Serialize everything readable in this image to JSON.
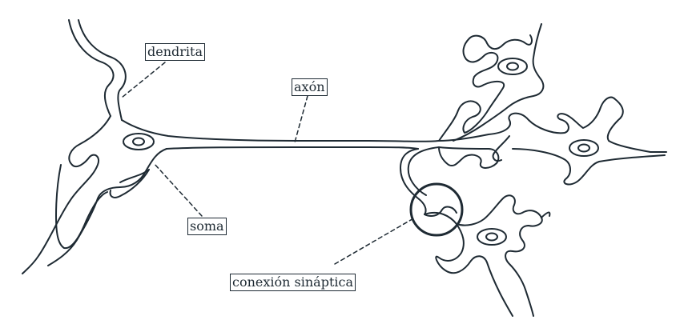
{
  "labels": {
    "dendrite": "dendrita",
    "axon": "axón",
    "soma": "soma",
    "synapse": "conexión sináptica"
  },
  "colors": {
    "ink": "#1e2a33",
    "background": "#ffffff"
  }
}
